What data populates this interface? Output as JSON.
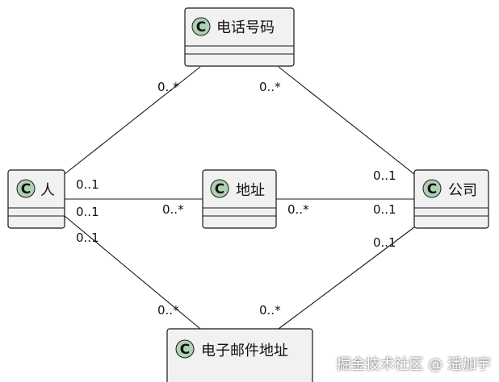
{
  "classes": [
    {
      "id": "phone",
      "stereotype": "C",
      "name": "电话号码"
    },
    {
      "id": "person",
      "stereotype": "C",
      "name": "人"
    },
    {
      "id": "address",
      "stereotype": "C",
      "name": "地址"
    },
    {
      "id": "company",
      "stereotype": "C",
      "name": "公司"
    },
    {
      "id": "email",
      "stereotype": "C",
      "name": "电子邮件地址"
    }
  ],
  "associations": [
    {
      "from": "person",
      "to": "phone",
      "to_multiplicity": "0..*"
    },
    {
      "from": "company",
      "to": "phone",
      "to_multiplicity": "0..*"
    },
    {
      "from": "person",
      "to": "address",
      "from_multiplicity": "0..1",
      "to_multiplicity": "0..*"
    },
    {
      "from": "address",
      "to": "company",
      "from_multiplicity": "0..*",
      "to_multiplicity": "0..1"
    },
    {
      "from": "company",
      "to": "address",
      "from_multiplicity": "0..1"
    },
    {
      "from": "person",
      "to": "email",
      "from_multiplicity": "0..1",
      "to_multiplicity": "0..*"
    },
    {
      "from": "company",
      "to": "email",
      "from_multiplicity": "0..1",
      "to_multiplicity": "0..*"
    }
  ],
  "watermark": "掘金技术社区 @ 潘加宇",
  "colors": {
    "class_fill": "#f1f1f1",
    "stereotype_circle": "#add1b2",
    "stroke": "#181818"
  }
}
